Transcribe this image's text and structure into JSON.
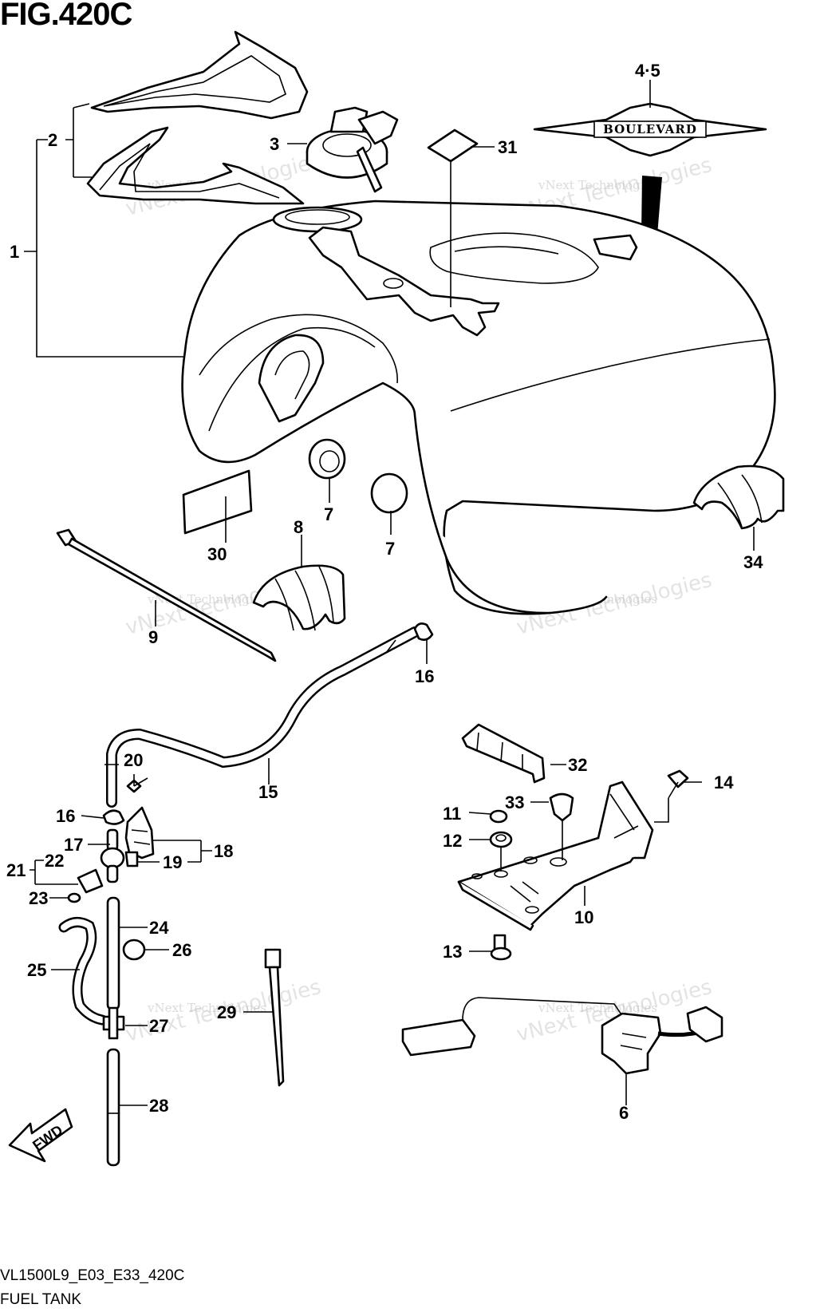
{
  "figure": {
    "title": "FIG.420C",
    "model_code": "VL1500L9_E03_E33_420C",
    "name": "FUEL TANK"
  },
  "watermark": {
    "line1": "vNext Technologies",
    "line2": "Technologies",
    "line3": "vNext"
  },
  "emblem": {
    "text": "BOULEVARD"
  },
  "direction_marker": {
    "label": "FWD"
  },
  "callouts": {
    "c1": "1",
    "c2": "2",
    "c3": "3",
    "c45": "4·5",
    "c6": "6",
    "c7a": "7",
    "c7b": "7",
    "c8": "8",
    "c9": "9",
    "c10": "10",
    "c11": "11",
    "c12": "12",
    "c13": "13",
    "c14": "14",
    "c15": "15",
    "c16a": "16",
    "c16b": "16",
    "c17": "17",
    "c18": "18",
    "c19": "19",
    "c20": "20",
    "c21": "21",
    "c22": "22",
    "c23": "23",
    "c24": "24",
    "c25": "25",
    "c26": "26",
    "c27": "27",
    "c28": "28",
    "c29": "29",
    "c30": "30",
    "c31": "31",
    "c32": "32",
    "c33": "33",
    "c34": "34"
  }
}
